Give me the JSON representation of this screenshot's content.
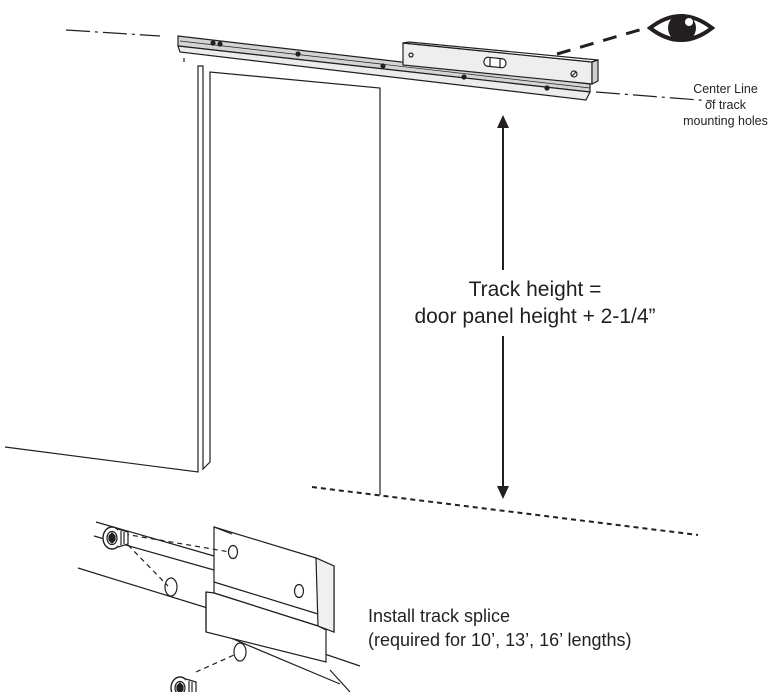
{
  "annotations": {
    "centerline": {
      "line1": "Center Line",
      "line2": "of track",
      "line3": "mounting holes"
    },
    "track_height": {
      "line1": "Track height =",
      "line2": "door panel height + 2-1/4”"
    },
    "splice": {
      "line1": "Install track splice",
      "line2": "(required for 10’, 13’, 16’ lengths)"
    }
  },
  "icons": [
    "eye-icon",
    "level-icon",
    "screw-icon",
    "arrow-icon"
  ],
  "colors": {
    "line": "#231f20",
    "fill": "#ffffff",
    "level_fill": "#e6e6e6",
    "track_fill": "#cfcfcf"
  }
}
